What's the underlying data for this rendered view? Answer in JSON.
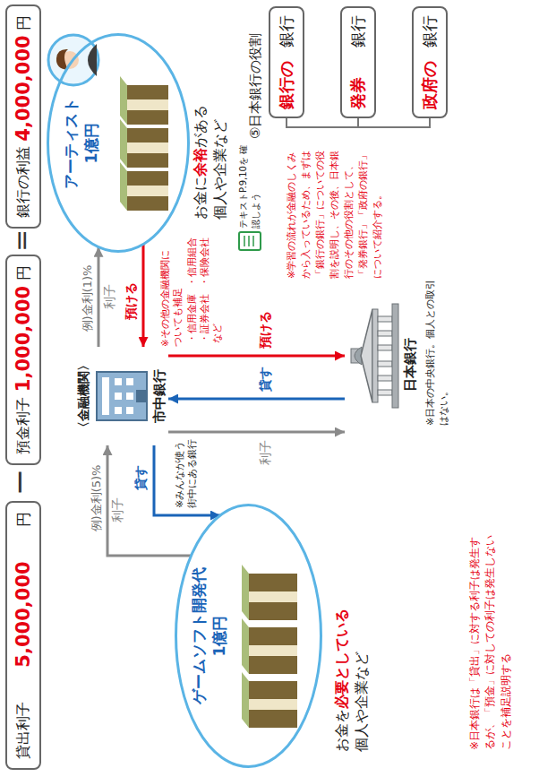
{
  "diagram": {
    "nodes": [
      {
        "text": [
          "貸出利子",
          "5,000,000",
          "円"
        ]
      },
      {
        "text": [
          "預金利子",
          "1,000,000",
          "円"
        ]
      },
      {
        "text": [
          "銀行の利益",
          "4,000,000",
          "円"
        ]
      },
      {
        "text": [
          "ゲームソフト開発代",
          "1億円"
        ]
      },
      {
        "text": [
          "〈金融機関〉",
          "市中銀行"
        ]
      },
      {
        "text": [
          "アーティスト",
          "1億円"
        ]
      },
      {
        "text": [
          "日本銀行"
        ]
      },
      {
        "text": [
          "銀行の",
          "銀行"
        ]
      },
      {
        "text": [
          "発券",
          "銀行"
        ]
      },
      {
        "text": [
          "政府の",
          "銀行"
        ]
      }
    ],
    "edges": [
      {
        "from": 3,
        "to": 4,
        "arrow": "to",
        "label": "利子"
      },
      {
        "from": 4,
        "to": 3,
        "arrow": "to",
        "label": "貸す"
      },
      {
        "from": 5,
        "to": 4,
        "arrow": "to",
        "label": "預ける"
      },
      {
        "from": 4,
        "to": 5,
        "arrow": "to",
        "label": "利子"
      },
      {
        "from": 4,
        "to": 6,
        "arrow": "to",
        "label": "利子"
      },
      {
        "from": 6,
        "to": 4,
        "arrow": "to",
        "label": "貸す"
      },
      {
        "from": 4,
        "to": 6,
        "arrow": "to",
        "label": "預ける"
      }
    ],
    "labels": [
      "ー",
      "=",
      "例)金利(5)%",
      "例)金利(1)%",
      "※みんなが使う街中にある銀行",
      "※その他の金融機関についても補足",
      "・信用金庫",
      "・信用組合",
      "・証券会社",
      "・保険会社",
      "など",
      "お金を",
      "必要としている",
      "個人や企業など",
      "お金に",
      "余裕",
      "がある",
      "個人や企業など",
      "テキストP.9,10を 確認しよう",
      "⑤日本銀行の役割",
      "※日本の中央銀行。個人との取引はない。",
      "※学習の流れが金融のしくみから入っているため、まずは「銀行の銀行」についての役割を説明し、その後、日本銀行のその他の役割として、「発券銀行」「政府の銀行」について紹介する。",
      "※日本銀行は「貸出」に対する利子は発生するが、「預金」に対しての利子は発生しないことを補足説明する"
    ]
  }
}
